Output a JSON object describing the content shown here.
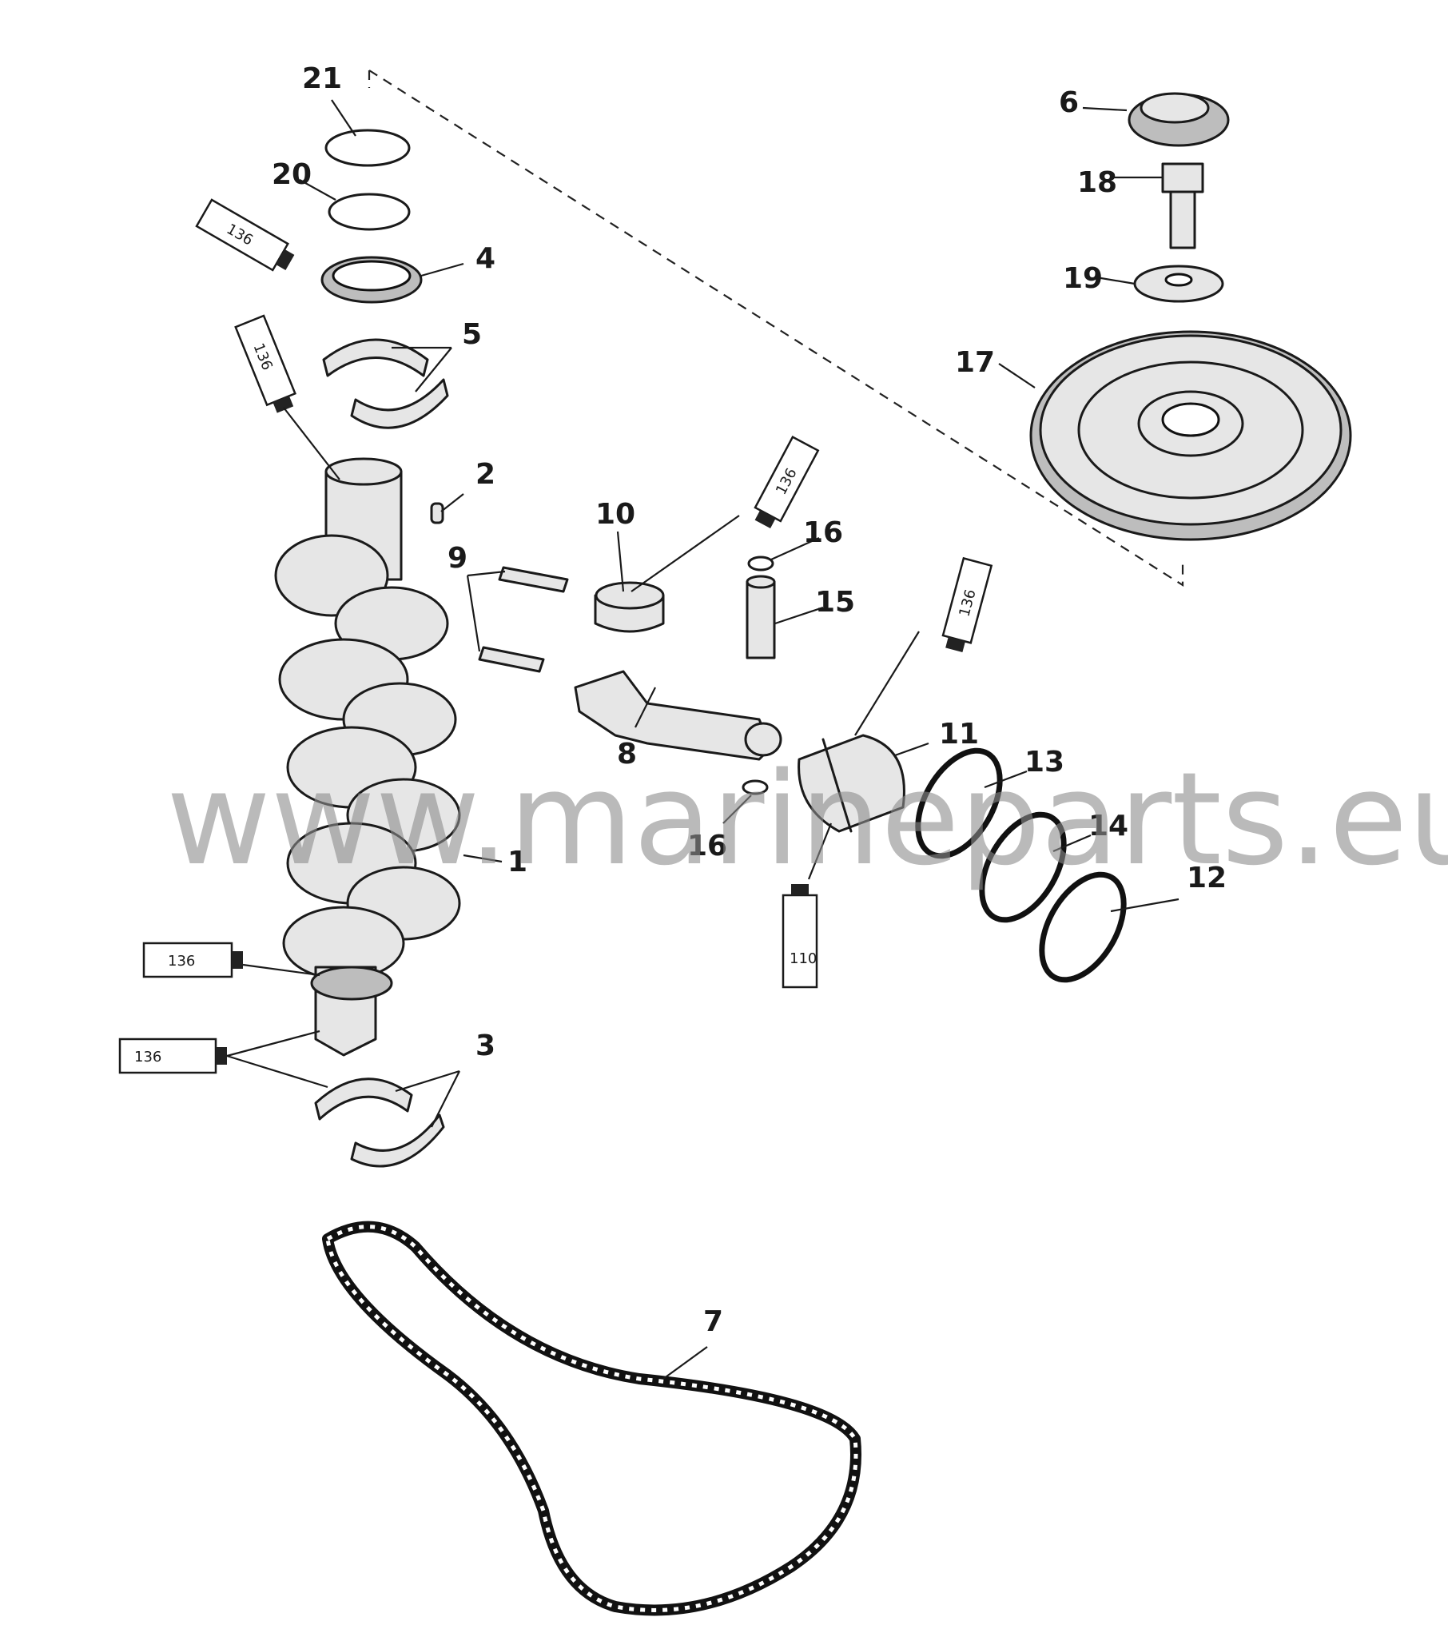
{
  "callouts": [
    "21",
    "20",
    "4",
    "5",
    "2",
    "9",
    "1",
    "3",
    "10",
    "16",
    "15",
    "8",
    "16",
    "11",
    "13",
    "14",
    "12",
    "6",
    "18",
    "19",
    "17",
    "7"
  ],
  "tubes": [
    "136",
    "136",
    "136",
    "136",
    "136",
    "136",
    "110"
  ],
  "watermark": "www.marineparts.eu"
}
